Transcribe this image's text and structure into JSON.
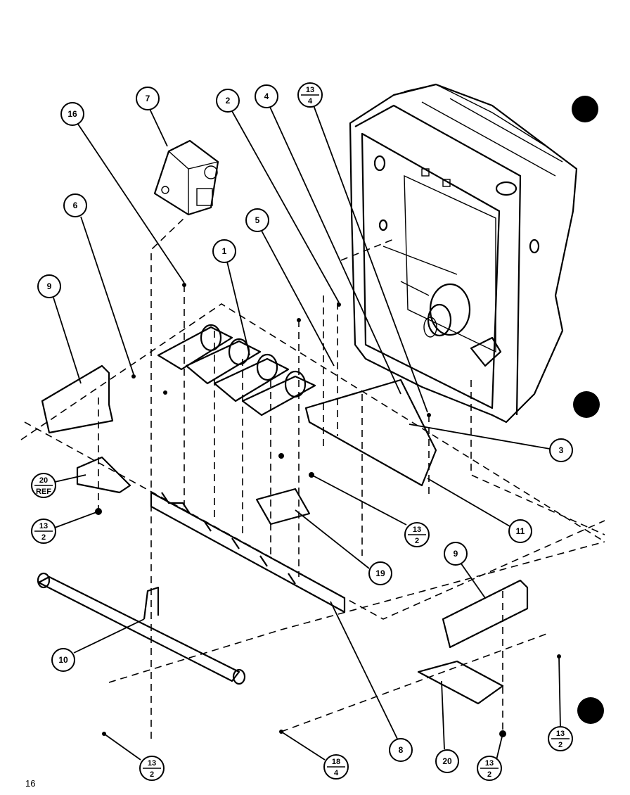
{
  "page_number": "16",
  "callouts": [
    {
      "text": "7"
    },
    {
      "text": "16"
    },
    {
      "text": "2"
    },
    {
      "text": "4"
    },
    {
      "num": "13",
      "den": "4"
    },
    {
      "text": "6"
    },
    {
      "text": "5"
    },
    {
      "text": "1"
    },
    {
      "text": "9"
    },
    {
      "text": "3"
    },
    {
      "num": "20",
      "den": "REF"
    },
    {
      "num": "13",
      "den": "2"
    },
    {
      "num": "13",
      "den": "2"
    },
    {
      "text": "11"
    },
    {
      "text": "19"
    },
    {
      "text": "9"
    },
    {
      "text": "10"
    },
    {
      "num": "13",
      "den": "2"
    },
    {
      "num": "18",
      "den": "4"
    },
    {
      "text": "8"
    },
    {
      "text": "20"
    },
    {
      "num": "13",
      "den": "2"
    },
    {
      "num": "13",
      "den": "2"
    }
  ]
}
